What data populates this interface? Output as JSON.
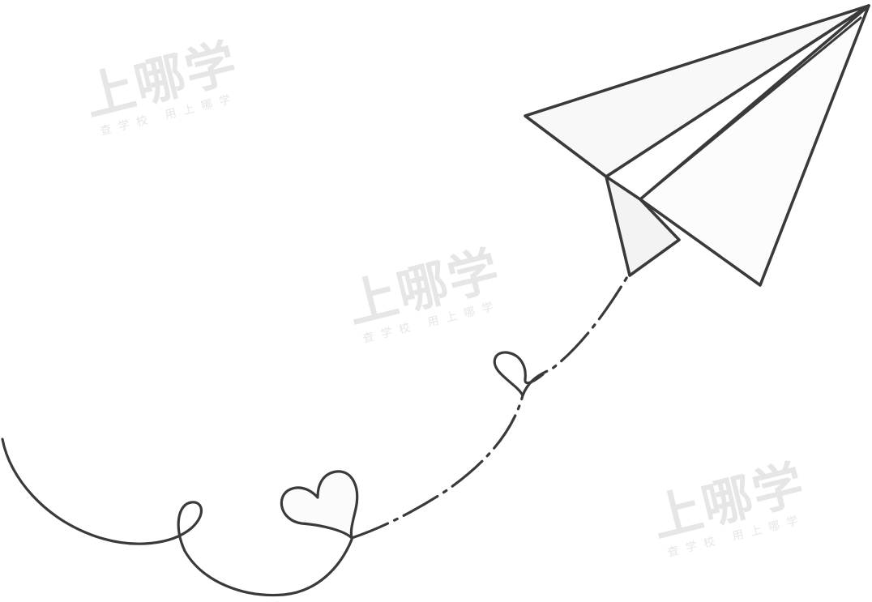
{
  "watermarks": [
    {
      "main": "上哪学",
      "sub": "查学校 用上哪学"
    },
    {
      "main": "上哪学",
      "sub": "查学校 用上哪学"
    },
    {
      "main": "上哪学",
      "sub": "查学校 用上哪学"
    }
  ],
  "colors": {
    "background": "#ffffff",
    "line": "#3a3a3a",
    "plane_fill": "#fafafa",
    "watermark": "#e6e6e6"
  },
  "icons": [
    "paper-plane-icon",
    "heart-icon"
  ]
}
